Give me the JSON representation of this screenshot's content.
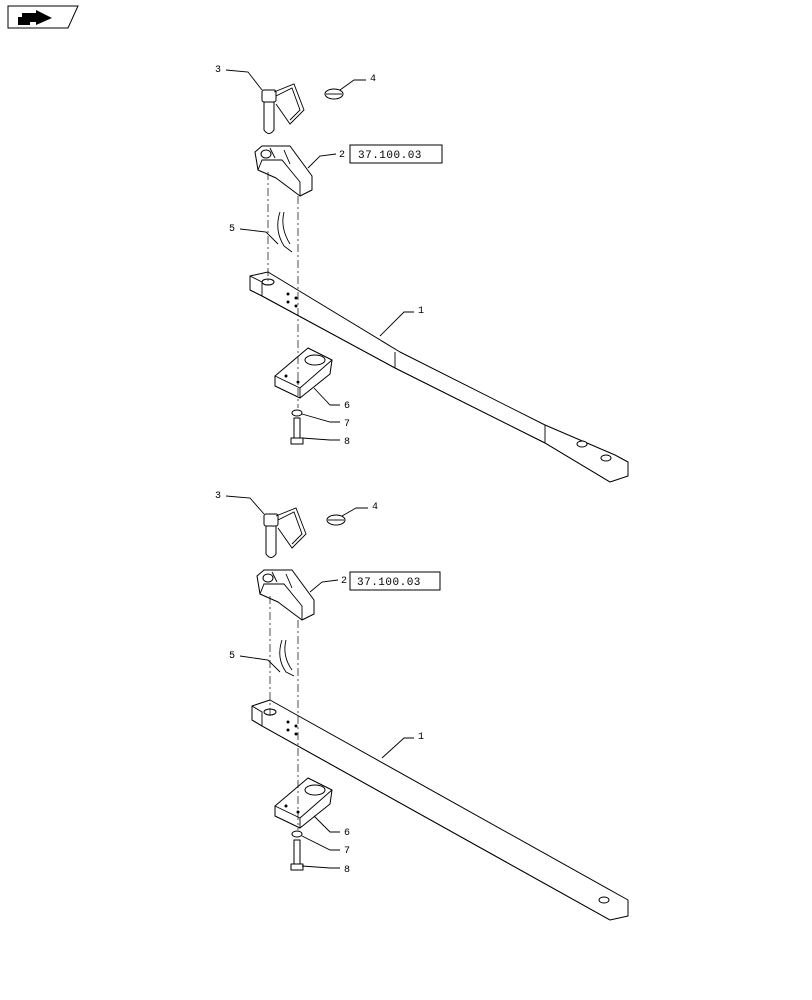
{
  "nav_icon": {
    "name": "back-arrow-icon"
  },
  "assemblies": [
    {
      "callouts": [
        "1",
        "2",
        "3",
        "4",
        "5",
        "6",
        "7",
        "8"
      ],
      "reference": "37.100.03"
    },
    {
      "callouts": [
        "1",
        "2",
        "3",
        "4",
        "5",
        "6",
        "7",
        "8"
      ],
      "reference": "37.100.03"
    }
  ]
}
